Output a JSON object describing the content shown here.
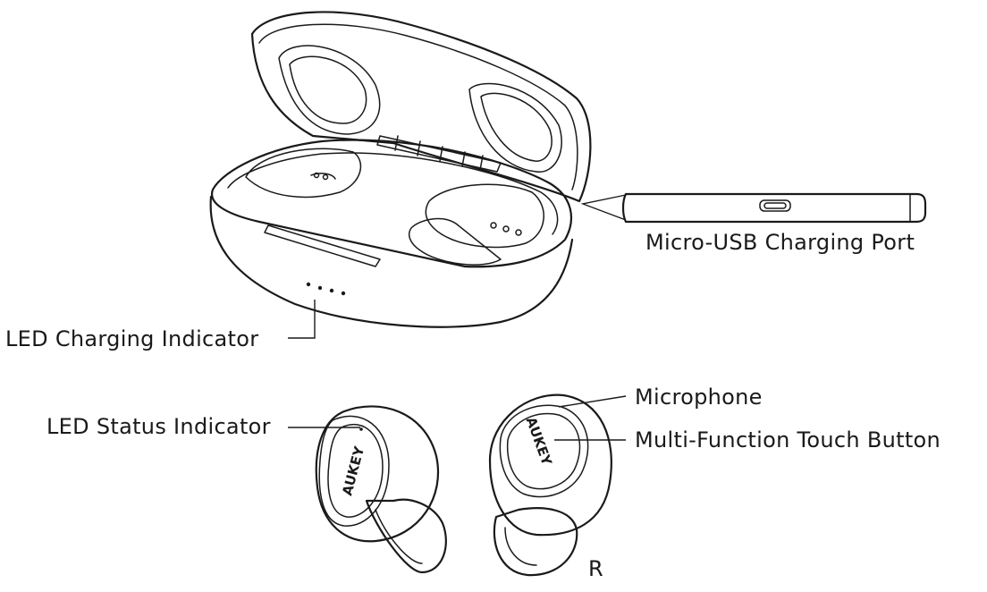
{
  "labels": {
    "usb_port": "Micro-USB Charging Port",
    "led_charging": "LED Charging Indicator",
    "led_status": "LED Status Indicator",
    "microphone": "Microphone",
    "touch_button": "Multi-Function Touch Button",
    "right_marker": "R"
  },
  "brand_text": "AUKEY",
  "colors": {
    "line": "#1a1a1a",
    "background": "#ffffff"
  }
}
